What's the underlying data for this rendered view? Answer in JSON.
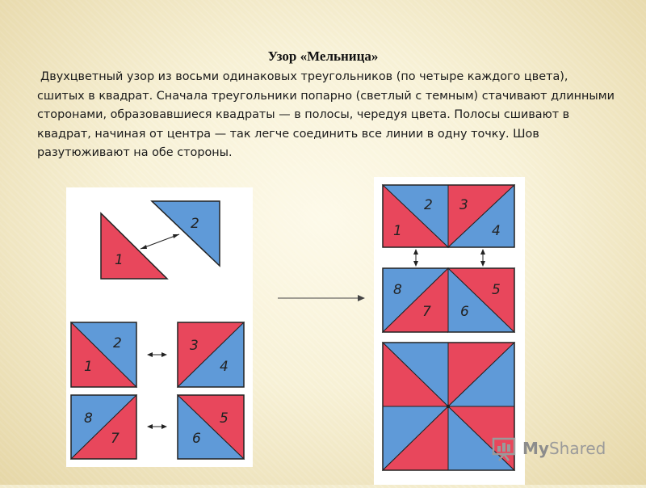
{
  "slide": {
    "title": "Узор «Мельница»",
    "body": "Двухцветный узор из восьми одинаковых треугольников (по четыре каждого цвета), сшитых в квадрат. Сначала треугольники попарно (светлый с темным) стачивают длинными сторонами, образовавшиеся квадраты — в полосы, чередуя цвета. Полосы сшивают в квадрат, начиная от центра — так легче соединить все линии в одну точку. Шов разутюживают на обе стороны."
  },
  "colors": {
    "red": "#e8475c",
    "blue": "#5f9ad8"
  },
  "figure_left": {
    "triangle_labels": [
      "1",
      "2"
    ],
    "square_labels": [
      [
        "1",
        "2"
      ],
      [
        "3",
        "4"
      ],
      [
        "8",
        "7"
      ],
      [
        "5",
        "6"
      ]
    ]
  },
  "figure_right": {
    "row_top_labels": [
      "1",
      "2",
      "3",
      "4"
    ],
    "row_mid_labels": [
      "8",
      "7",
      "6",
      "5"
    ]
  },
  "watermark": {
    "icon": "presentation-chart-icon",
    "text_bold": "My",
    "text": "Shared"
  }
}
